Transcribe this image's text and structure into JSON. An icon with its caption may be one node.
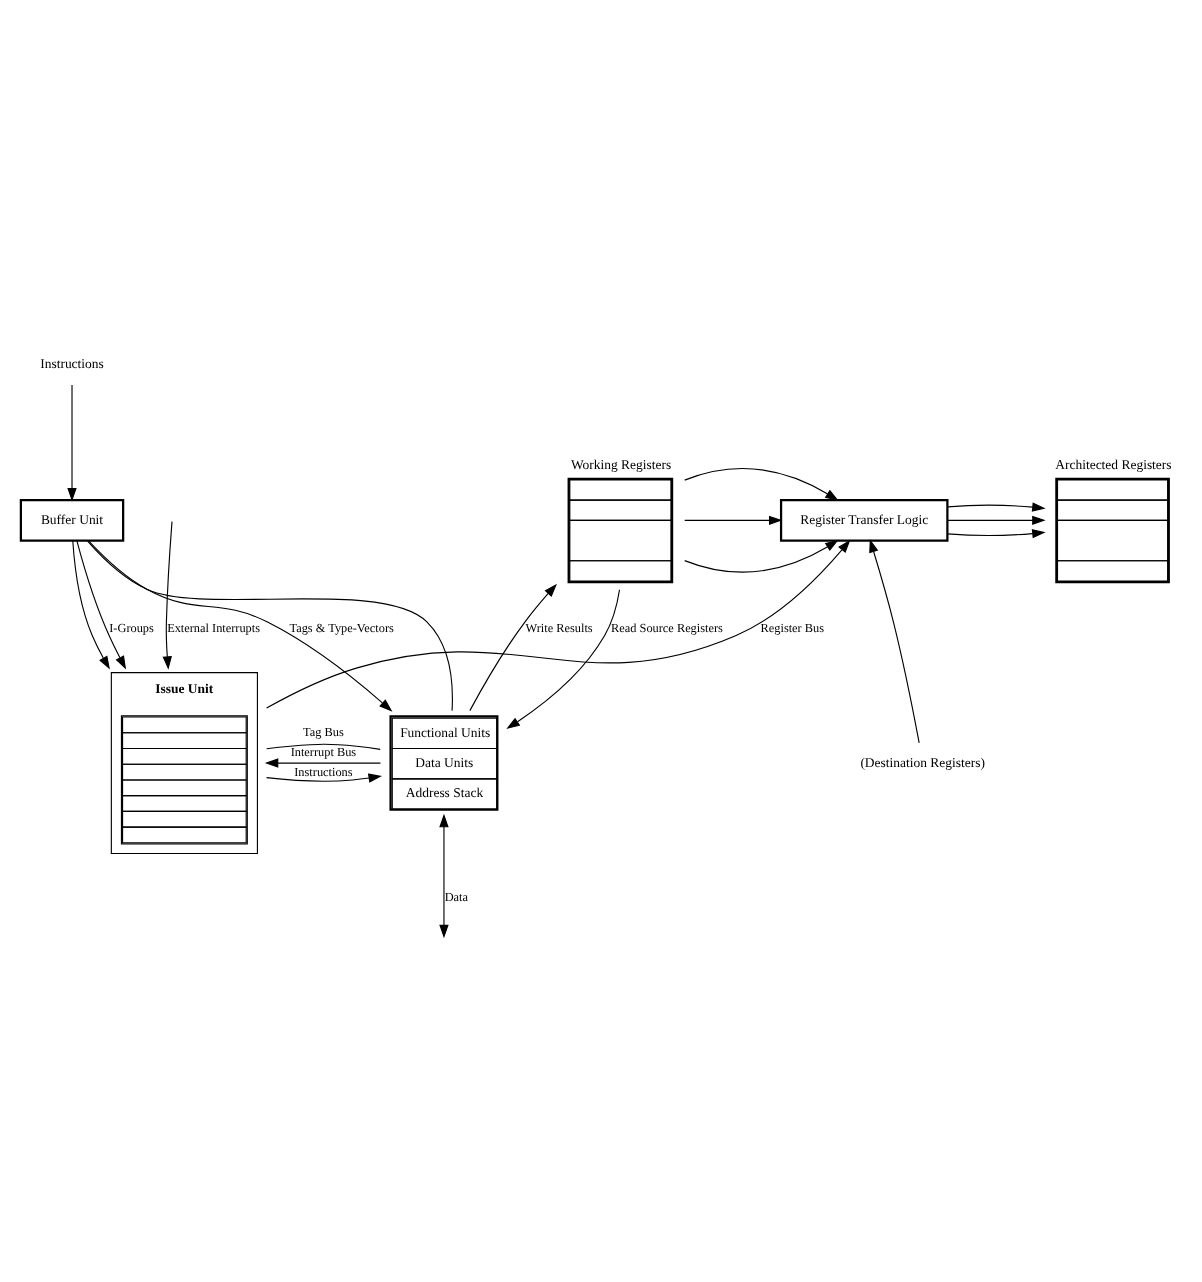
{
  "diagram": {
    "nodes": [
      {
        "text": [
          "Architected Registers"
        ]
      },
      {
        "text": [
          "Register Transfer Logic"
        ]
      },
      {
        "text": [
          "Working Registers"
        ]
      },
      {
        "text": [
          "(Destination Registers)"
        ]
      },
      {
        "text": [
          "Issue Unit"
        ]
      },
      {
        "text": [
          "Functional Units",
          "Data Units",
          "Address Stack"
        ]
      },
      {
        "text": [
          "Buffer Unit"
        ]
      },
      {
        "text": [
          "Instructions"
        ]
      }
    ],
    "edges": [
      {
        "from": 1,
        "to": 0,
        "arrow": "to"
      },
      {
        "from": 1,
        "to": 0,
        "arrow": "to"
      },
      {
        "from": 1,
        "to": 0,
        "arrow": "to"
      },
      {
        "from": 2,
        "to": 1,
        "arrow": "to"
      },
      {
        "from": 2,
        "to": 1,
        "arrow": "to"
      },
      {
        "from": 2,
        "to": 1,
        "arrow": "to"
      },
      {
        "from": 2,
        "to": 5,
        "arrow": "to",
        "label": "Read Source Registers"
      },
      {
        "from": 5,
        "to": 2,
        "arrow": "to",
        "label": "Write Results"
      },
      {
        "from": 3,
        "to": 1,
        "arrow": "to"
      },
      {
        "from": 4,
        "to": 1,
        "arrow": "to",
        "label": "Register Bus"
      },
      {
        "from": 5,
        "to": 4,
        "arrow": "to",
        "label": "Interrupt Bus"
      },
      {
        "from": 4,
        "to": 5,
        "arrow": "to",
        "label": "Instructions"
      },
      {
        "from": 4,
        "to": 5,
        "arrow": "none",
        "label": "Tag Bus"
      },
      {
        "from": 5,
        "to": null,
        "arrow": "both",
        "label": "Data"
      },
      {
        "from": null,
        "to": 4,
        "arrow": "to",
        "label": "External Interrupts"
      },
      {
        "from": 6,
        "to": 4,
        "arrow": "to",
        "label": "I-Groups"
      },
      {
        "from": 6,
        "to": 4,
        "arrow": "to"
      },
      {
        "from": 6,
        "to": 5,
        "arrow": "none"
      },
      {
        "from": 6,
        "to": 5,
        "arrow": "to",
        "label": "Tags & Type-Vectors"
      },
      {
        "from": 7,
        "to": 6,
        "arrow": "to"
      }
    ]
  }
}
